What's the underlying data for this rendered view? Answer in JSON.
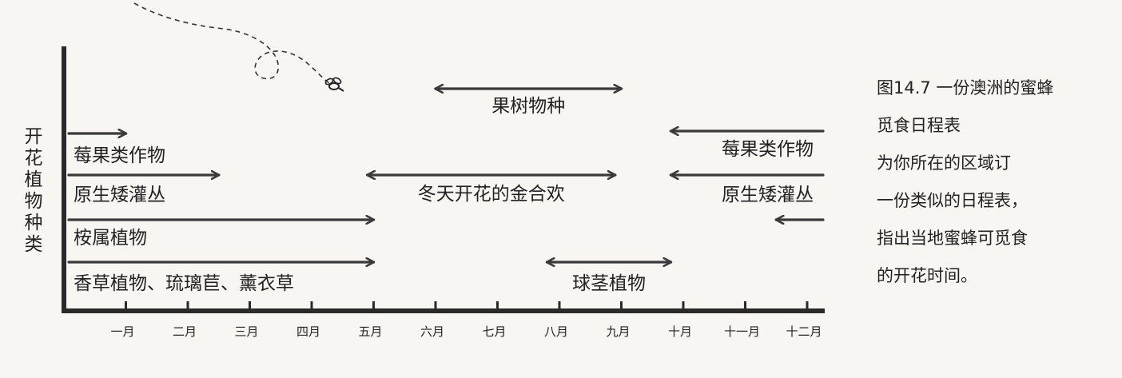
{
  "y_axis_label": [
    "开",
    "花",
    "植",
    "物",
    "种",
    "类"
  ],
  "months": [
    "一月",
    "二月",
    "三月",
    "四月",
    "五月",
    "六月",
    "七月",
    "八月",
    "九月",
    "十月",
    "十一月",
    "十二月"
  ],
  "periods": [
    {
      "id": "fruit-trees",
      "label": "果树物种",
      "start": 6.0,
      "end": 9.0,
      "arrows": "both"
    },
    {
      "id": "berries-early",
      "label": "莓果类作物",
      "start": 0,
      "end": 1.0,
      "arrows": "end"
    },
    {
      "id": "berries-late",
      "label": "莓果类作物",
      "start": 9.8,
      "end": 12,
      "arrows": "start"
    },
    {
      "id": "native-shrubs-early",
      "label": "原生矮灌丛",
      "start": 0,
      "end": 2.5,
      "arrows": "end"
    },
    {
      "id": "winter-wattle",
      "label": "冬天开花的金合欢",
      "start": 4.9,
      "end": 8.9,
      "arrows": "both"
    },
    {
      "id": "native-shrubs-late",
      "label": "原生矮灌丛",
      "start": 9.8,
      "end": 12,
      "arrows": "start"
    },
    {
      "id": "eucalyptus",
      "label": "桉属植物",
      "start": 0,
      "end": 5.0,
      "arrows": "end"
    },
    {
      "id": "december-start",
      "label": "",
      "start": 11.5,
      "end": 12,
      "arrows": "start"
    },
    {
      "id": "herbs",
      "label": "香草植物、琉璃苣、薰衣草",
      "start": 0,
      "end": 5.0,
      "arrows": "end"
    },
    {
      "id": "bulbs",
      "label": "球茎植物",
      "start": 7.8,
      "end": 9.8,
      "arrows": "both"
    }
  ],
  "caption": [
    "图14.7 一份澳洲的蜜蜂",
    "觅食日程表",
    "为你所在的区域订",
    "一份类似的日程表，",
    "指出当地蜜蜂可觅食",
    "的开花时间。"
  ]
}
